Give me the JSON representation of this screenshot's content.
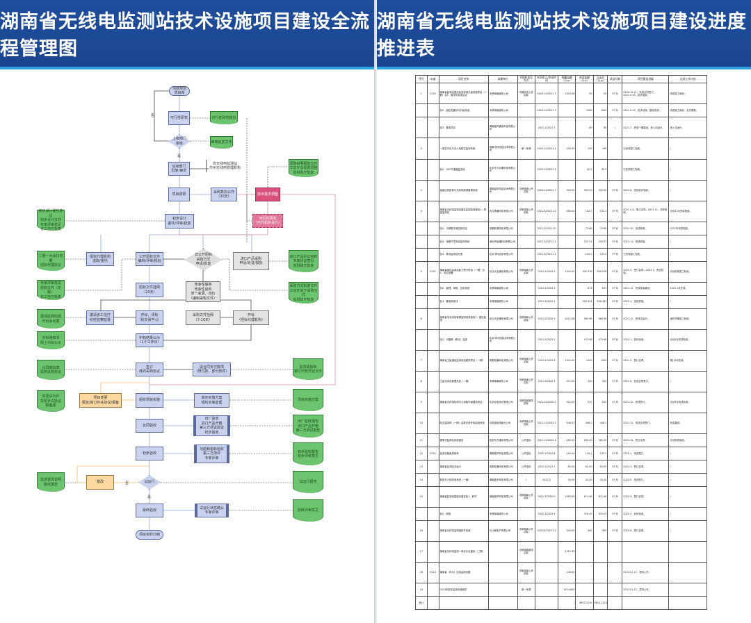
{
  "left": {
    "title": "湖南省无线电监测站技术设施项目建设全流程管理图",
    "nodes": {
      "start": "项目规划\n项目库",
      "feas": "可行性研究",
      "feas_doc": "可行性研究报告",
      "review": "上级部门\n审核",
      "review_doc": "审核批复文件",
      "approve": "省级部门\n批复/审定",
      "brace": "省无线电监测站\n市州无线电管理机构",
      "survey": "项目调研",
      "intent": "采购意向公开\n（30天）",
      "tech": "技术需求调整",
      "adjust_doc": "调整说明报批文件\n工信厅总经费调整\n省财政厅批复",
      "prelim": "初步设计\n委托/评审/批复",
      "feas2": "可行性研究\n（可代初步设计）",
      "prelim_doc": "初步设计委托协议\n初步设计文件\n专家评审意见\n省工信厅批复",
      "agent": "招标代理机构\n选取/委托",
      "bid_file": "公开招标文件\n编制/评审/报批",
      "nonpublic": "非公开招标\n采购方式\n申请/批复",
      "import": "进口产品采购\n申请/论证/报批",
      "agent_doc": "三重一大会议纪要\n招标代理协议",
      "import_doc": "进口产品论证资料\n专家论证意见\n省财政厅批复",
      "publish": "招标文件挂网\n（20天）",
      "other": "竞争性磋商\n竞争性谈判\n单一来源、询价\n（编制采购文件）",
      "bid_doc": "专家评审意见\n招标文件（定稿）\n省工信厅批复",
      "method_doc": "采购方式批复文件\n工信厅关于采购方式\n省财政厅批复",
      "supervise": "邀请省工信厅\n纪检监察监督",
      "open": "开标、评标\n（省交易中心）",
      "publish2": "采购文件挂网\n（7-10天）",
      "open2": "开标\n（招标代理机构）",
      "supervise_doc": "邀请监督的函\n开标会纪要",
      "result": "中标结果公示\n（1个工作日）",
      "result_doc": "中标通知书\n网上中标公示",
      "sign": "签订\n政府采购协议",
      "pay": "提合同支付款项\n（预付款、部分款项）",
      "sign_doc": "合同审批表\n政府采购协议",
      "pay_doc": "发票报销单\n银行付款凭证文件",
      "change": "项目变更\n报批/签订补充协议/报备",
      "impl": "组织项目实施",
      "plan": "审定实施方案\n组织实施监理",
      "change_doc": "变更请示件\n变更补充协议\n报备函",
      "plan_doc": "项目实施方案",
      "contract_acc": "合同验收",
      "factory": "出厂验收\n进口产品开箱\n第三方测试验证\n初步验收",
      "factory_doc": "出厂验收报告\n进口产品开箱\n第三方测试报告",
      "prelim_acc": "初步验收",
      "func": "功能和指标验收\n第三方测评\n专家评审",
      "prelim_acc_doc": "初步验收报告\n初步评审意见",
      "trial": "试运行",
      "fix": "整改",
      "fix_doc": "需求整改说明\n整改报告",
      "trial_doc": "试运行报告",
      "final": "最终验收",
      "confirm": "试运行状态确认\n专家评审",
      "final_doc": "验收评审意见",
      "archive": "项目资料归档",
      "yes": "是",
      "no": "否"
    }
  },
  "right": {
    "title": "湖南省无线电监测站技术设施项目建设进度推进表",
    "headers": [
      "序号",
      "年度",
      "项目名称",
      "承建单位",
      "代理机构及方式",
      "合同签订/完成时间",
      "预算金额（万元）",
      "合同金额（万元）",
      "已支付（万元）",
      "试运行期",
      "项目建设进展",
      "后续工作计划"
    ],
    "rows": [
      [
        "1",
        "2020",
        "湖南省监测站固定监测设施升级改造项目（一期）包1：数字化标准站点",
        "中移湖南服务公司",
        "中国电信公开招标",
        "2020.12/2021.7",
        "2303.98",
        "90",
        "90",
        "3个月",
        "2020.12.21，完成合同签订；2021.5.25，初步验收。",
        "完成竣工验收。"
      ],
      [
        "",
        "",
        "包2：固定站建设与升级改造",
        "中移湖南服务公司",
        "",
        "2020.12/2021.7",
        "",
        "1960",
        "1600",
        "3个月",
        "2021.6.25，初步验收，整改完成。",
        "完成竣工验收，支付尾款。"
      ],
      [
        "",
        "",
        "包3：集成项目",
        "湖南星邦通信科技有限公司",
        "",
        "2021.1/2021.7",
        "",
        "80",
        "80",
        "/",
        "2021.7，完成一期建设，进入试运行。",
        "进入试运行。"
      ],
      [
        "2",
        "",
        "一类空中站与无人机航空监测系统",
        "成都中科信息技术有限公司",
        "单一来源",
        "2020.12/2021.4",
        "245.95",
        "199",
        "199",
        "",
        "已完成竣工验收。",
        "/"
      ],
      [
        "",
        "",
        "包2：UHF不通路监测站",
        "北京华力创通科技有限公司",
        "",
        "2020.12/2021.3",
        "",
        "42.5",
        "42.5",
        "",
        "已完成竣工验收。",
        "/"
      ],
      [
        "3",
        "",
        "省级应急指挥与无线电频谱管理系统",
        "湖南星邦信息技术有限公司",
        "中移湖南公开招标",
        "2020.12/2021.7",
        "500.00",
        "500.00",
        "500.00",
        "3个月",
        "2021.6，完成初步验收。",
        "/"
      ],
      [
        "4",
        "",
        "湖南省无线电监测站固定监测站改造包1：短波监测站",
        "武汉博通科技有限公司",
        "中移湖南公开招标",
        "2021.3/2021.11",
        "480.00",
        "132.1",
        "132.1",
        "3个月",
        "2021.3.8，签订合同；2021.11，初步验收。",
        "计划12月完成验收。"
      ],
      [
        "",
        "",
        "包2：中频数字遥控测向站",
        "成都新源科技有限公司",
        "",
        "2021.3/2021.10",
        "",
        "73.60",
        "73.60",
        "3个月",
        "2021.10，完成验收。",
        "2021年完成验收。"
      ],
      [
        "",
        "",
        "包3：电磁环境测试监测系统",
        "深圳市信通科技有限公司",
        "",
        "2021.3/2021.11",
        "",
        "252.57",
        "252.57",
        "3个月",
        "2021.11，完成初验。",
        "/"
      ],
      [
        "",
        "",
        "包4：移动监测站改造",
        "北京中科信息有限公司",
        "",
        "2021.3/2021.11",
        "",
        "132.5",
        "132.5",
        "3个月",
        "已完成竣工验收。",
        "/"
      ],
      [
        "5",
        "2021",
        "湖南省固定监测站能力提升项目（一期）包1：测试设备",
        "武汉大全通信有限公司",
        "中移湖南公开招标",
        "2021.5/2022.1",
        "1300.00",
        "302.978",
        "302.978",
        "3个月",
        "2021.5，签订合同；2022.1，完成初验。",
        "计划完成竣工验收。"
      ],
      [
        "",
        "",
        "包2：管理、网络、应用系统",
        "中移湖南服务公司",
        "",
        "2021.5/2022.1",
        "",
        "672",
        "672",
        "3个月",
        "2021.12，完成安装调试。",
        "2022.1月完成。"
      ],
      [
        "",
        "",
        "包3：集成和测试",
        "中移湖南服务公司",
        "",
        "2021.5/2022.1",
        "",
        "300.343",
        "300.343",
        "3个月",
        "2022.1，完成初验。",
        "/"
      ],
      [
        "6",
        "",
        "湖南省市无线电管理监测站改造包1：固定监测",
        "武汉大全通信有限公司",
        "中移湖南公开招标",
        "2021.5/2022.1",
        "1021.08",
        "365.98",
        "365.98",
        "3个月",
        "2021.12，完成试运行。",
        "适时开展竣工验收。"
      ],
      [
        "",
        "",
        "包2：可搬移（移动）监测",
        "北京中科信息技术有限公司",
        "",
        "2021.5/2022.1",
        "",
        "473.98",
        "473.98",
        "3个月",
        "2022.1，初步验收。",
        "计划1月完成验收。"
      ],
      [
        "7",
        "",
        "湖南省卫星通信监测系统建设项目（一期）",
        "成都易通科技有限公司",
        "中移湖南公开招标",
        "2021.9/2022.3",
        "1300.00",
        "1300",
        "1300",
        "3个月",
        "2021.9，签订合同。",
        "预计3月完成。"
      ],
      [
        "8",
        "",
        "卫星无线电管理系统（一期）",
        "中移湖南服务公司",
        "中移湖南公开招标",
        "2021.9/2022.3",
        "351.00",
        "350",
        "350",
        "3个月",
        "2021.9，完成合同签订。",
        "/"
      ],
      [
        "9",
        "",
        "湖南省无线电检测中心设备升级建设项目",
        "北京亚信测试有限公司",
        "中移湖南服务招标",
        "2021.12/2022.3",
        "522.00",
        "522",
        "522",
        "3个月",
        "2021.12，完成签订。",
        "计划3月完成验收。"
      ],
      [
        "10",
        "",
        "航空监测网（一期）高铁无线专网监测系统",
        "中国电信湖南分公司",
        "中移湖南公开招标",
        "2021.12/2022.3",
        "406.01",
        "406.2",
        "406.2",
        "",
        "2021.12，完成合同签订。",
        "完成建设。"
      ],
      [
        "11",
        "",
        "便携式监测站系统建设",
        "西安东方通信有限公司",
        "公开招标",
        "2021.12/2022.3",
        "285.00",
        "285.00",
        "285.00",
        "3个月",
        "2021.12，签订合同。",
        "计划完成验收。"
      ],
      [
        "12",
        "2022",
        "监测设施维修保养",
        "湖南星邦科技有限公司",
        "公开招标",
        "2022.1/2022.6",
        "140.00",
        "135.1",
        "135.1",
        "3个月",
        "2022.1，完成签订。",
        "/"
      ],
      [
        "13",
        "",
        "湖南省监测站试运行",
        "成都易通科技有限公司",
        "公开招标",
        "2022.2/2022.7",
        "65.00",
        "63.00",
        "63.00",
        "3个月",
        "2022.2，签订合同。",
        "/"
      ],
      [
        "14",
        "",
        "新型无人机航测系统（一期）",
        "湖南蓝天科技有限公司",
        "/",
        "2022.5",
        "35.00",
        "34.20",
        "34.20",
        "3个月",
        "2022.5，完成签订。",
        "/"
      ],
      [
        "15",
        "",
        "湖南省监测站智能化建设包1：软件",
        "湖南星邦科技有限公司",
        "中移湖南公开招标",
        "2022.3/2022.9",
        "1383.00",
        "871.96",
        "871.96",
        "3个月",
        "2022.3，签订合同。",
        "/"
      ],
      [
        "",
        "",
        "包2：网络",
        "中移湖南服务公司",
        "",
        "2022.3/2022.9",
        "",
        "370.03",
        "370.03",
        "3个月",
        "2022.4，初步验收。",
        "/"
      ],
      [
        "16",
        "",
        "湖南省无线电监测指挥车改造",
        "长沙微电子有限公司",
        "中移湖南公开招标",
        "2022.6/2022.12",
        "300.00",
        "462",
        "462",
        "3个月",
        "2022.6，签订合同。",
        "/"
      ],
      [
        "17",
        "",
        "湖南省无线电监测一体化平台建设（二期）",
        "",
        "中移湖南服务招标",
        "",
        "1311.39",
        "",
        "",
        "",
        "",
        ""
      ],
      [
        "18",
        "2023",
        "湖南省（市州）无线监测设备",
        "",
        "中移湖南公开招标",
        "",
        "128.00",
        "",
        "",
        "",
        "2023.01.17，意向公开。",
        ""
      ],
      [
        "19",
        "",
        "2023年航天监测设施维护",
        "",
        "单一来源",
        "",
        "115.4400",
        "",
        "",
        "",
        "2023.01.17，意向公开。",
        ""
      ],
      [
        "总计",
        "",
        "",
        "",
        "",
        "",
        "/",
        "9813.1220",
        "9813.1220",
        "",
        "",
        ""
      ]
    ]
  }
}
